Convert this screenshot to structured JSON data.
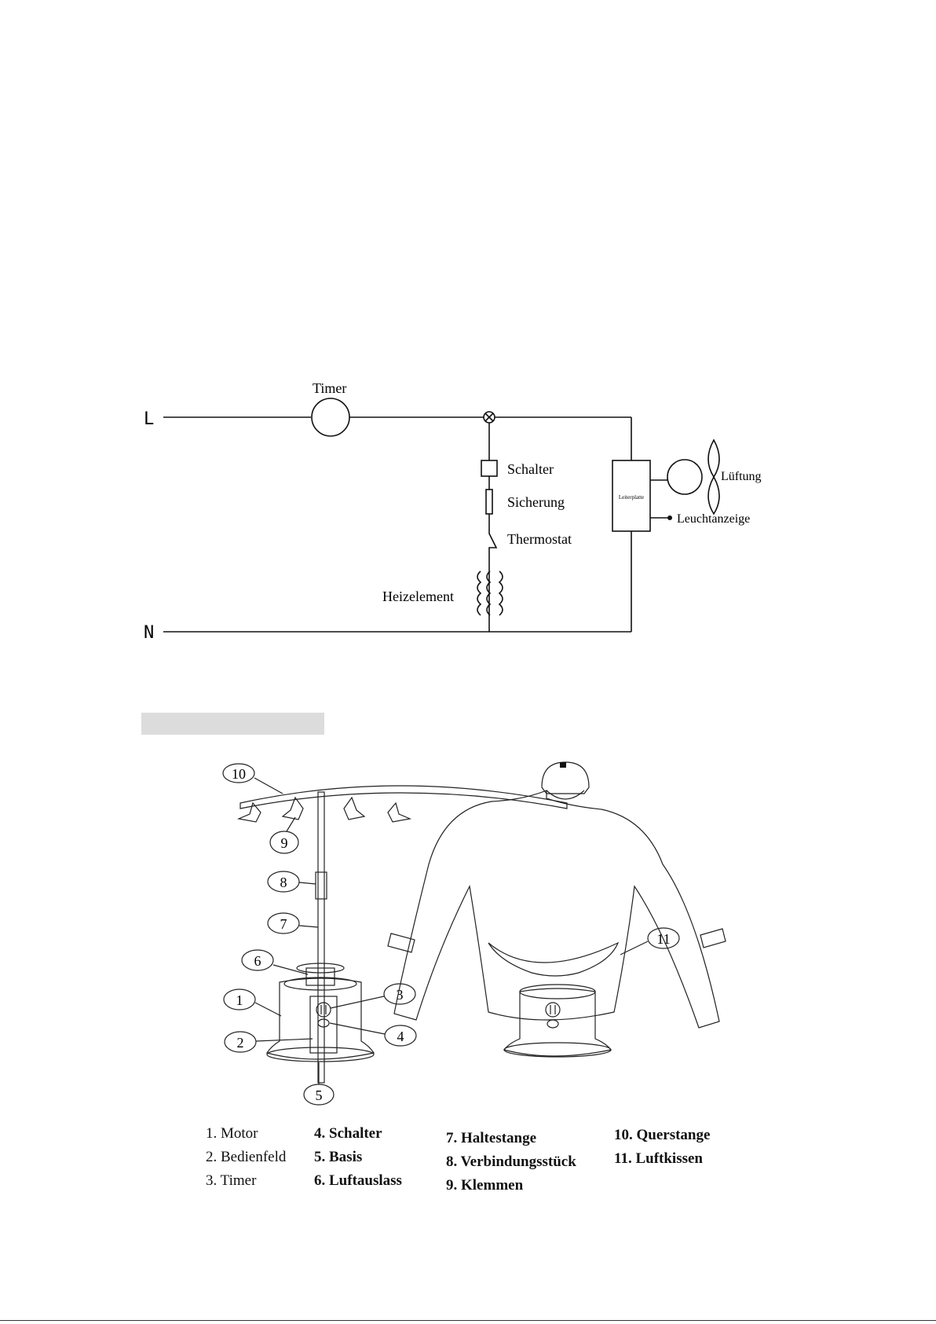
{
  "circuit": {
    "line_L": "L",
    "line_N": "N",
    "timer": "Timer",
    "schalter": "Schalter",
    "sicherung": "Sicherung",
    "thermostat": "Thermostat",
    "heizelement": "Heizelement",
    "leiterplatte": "Leiterplatte",
    "lueftung": "Lüftung",
    "leuchtanzeige": "Leuchtanzeige"
  },
  "callouts": [
    "1",
    "2",
    "3",
    "4",
    "5",
    "6",
    "7",
    "8",
    "9",
    "10",
    "11"
  ],
  "legend": {
    "col1": [
      "1. Motor",
      "2. Bedienfeld",
      "3. Timer"
    ],
    "col2": [
      "4. Schalter",
      "5. Basis",
      "6. Luftauslass"
    ],
    "col3": [
      "7. Haltestange",
      "8. Verbindungsstück",
      "9. Klemmen"
    ],
    "col4": [
      "10. Querstange",
      "11. Luftkissen"
    ]
  }
}
